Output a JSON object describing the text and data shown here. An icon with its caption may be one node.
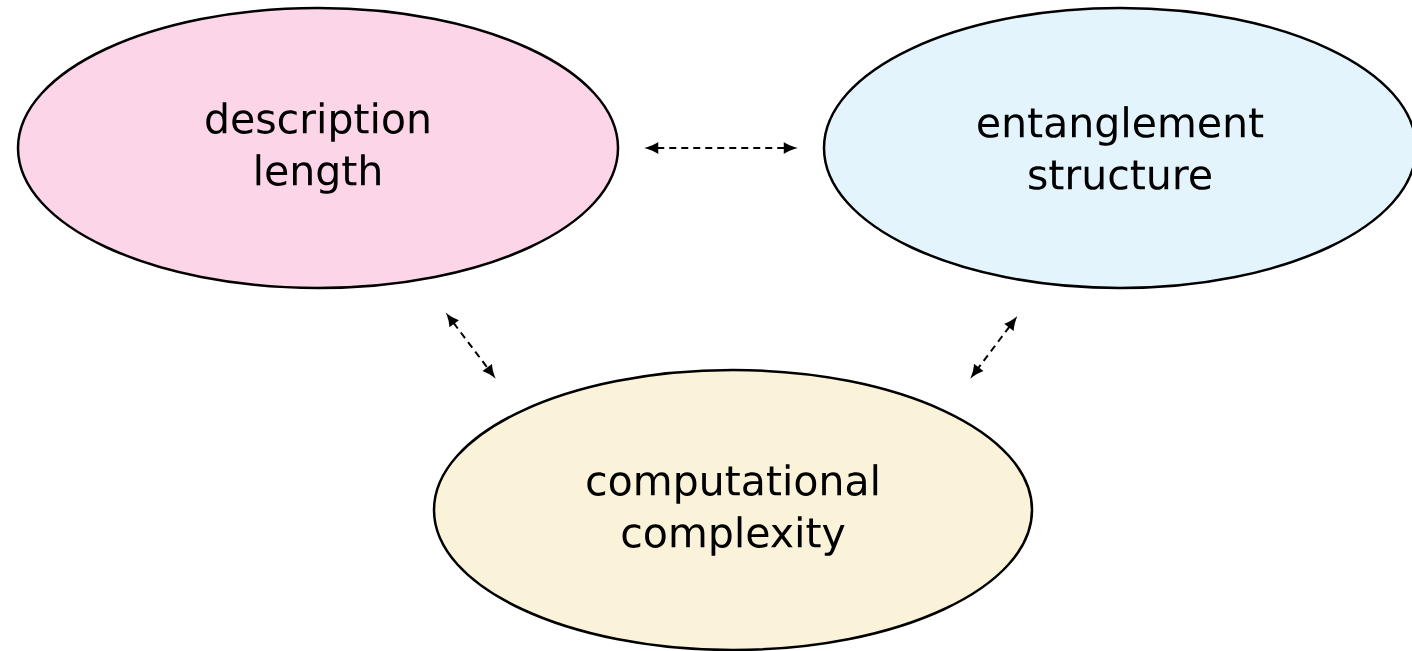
{
  "diagram": {
    "nodes": [
      {
        "text": [
          "description length"
        ]
      },
      {
        "text": [
          "entanglement structure"
        ]
      },
      {
        "text": [
          "computational complexity"
        ]
      }
    ],
    "edges": [
      {
        "from": 0,
        "to": 1,
        "arrow": "both",
        "style": "dashed"
      },
      {
        "from": 0,
        "to": 2,
        "arrow": "both",
        "style": "dashed"
      },
      {
        "from": 1,
        "to": 2,
        "arrow": "both",
        "style": "dashed"
      }
    ]
  }
}
